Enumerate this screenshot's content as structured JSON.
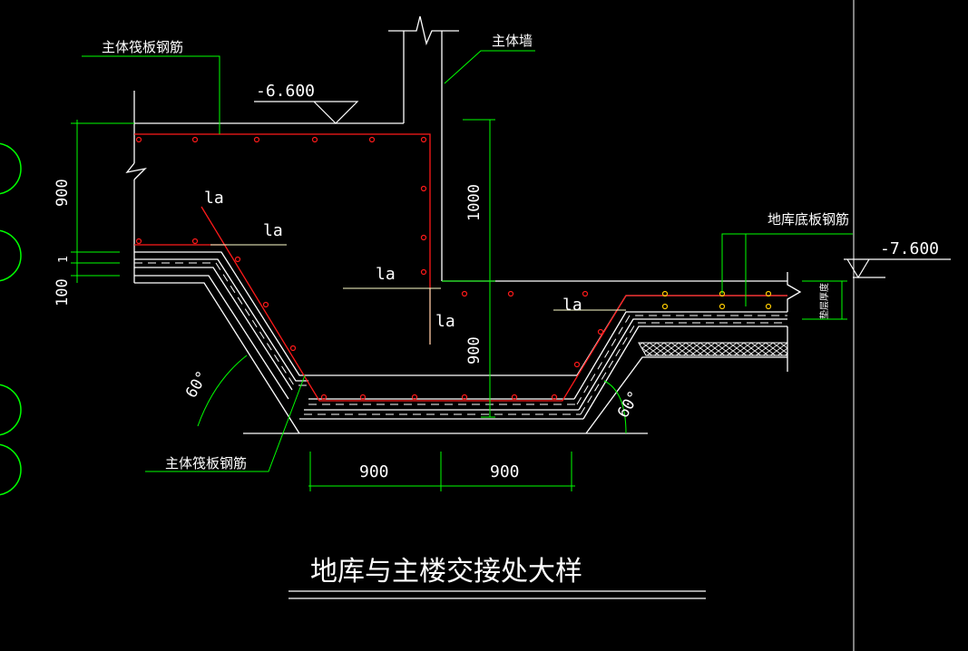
{
  "drawing": {
    "title": "地库与主楼交接处大样",
    "labels": {
      "raft_rebar_top": "主体筏板钢筋",
      "main_wall": "主体墙",
      "basement_slab_rebar": "地库底板钢筋",
      "raft_rebar_bottom": "主体筏板钢筋",
      "cushion_thickness": "垫层厚度"
    },
    "elevations": {
      "main": "-6.600",
      "basement": "-7.600"
    },
    "anchorage": {
      "la": "la"
    },
    "dimensions": {
      "raft_height": "900",
      "slab_thickness": "100",
      "small_dim": "1",
      "wall_height": "1000",
      "pit_depth": "900",
      "bottom_left": "900",
      "bottom_right": "900"
    },
    "angles": {
      "left": "60°",
      "right": "60°"
    }
  },
  "colors": {
    "background": "#000000",
    "line": "#ffffff",
    "rebar": "#ff1a1a",
    "dimension": "#00ff00",
    "leader": "#00ff00",
    "border": "#ffffff"
  }
}
